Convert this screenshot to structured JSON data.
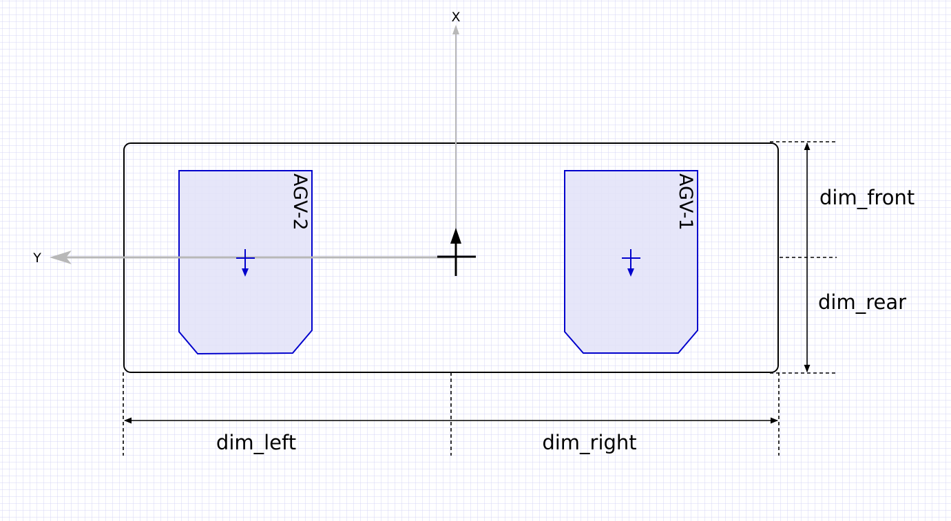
{
  "diagram": {
    "axes": {
      "x_label": "X",
      "y_label": "Y"
    },
    "agvs": [
      {
        "label": "AGV-2"
      },
      {
        "label": "AGV-1"
      }
    ],
    "dimensions": {
      "front": "dim_front",
      "rear": "dim_rear",
      "left": "dim_left",
      "right": "dim_right"
    },
    "colors": {
      "grid": "#c8c8f0",
      "agv_fill": "#e4e4f8",
      "agv_stroke": "#0000cc",
      "axis": "#b4b4b4",
      "outline": "#000000"
    }
  }
}
